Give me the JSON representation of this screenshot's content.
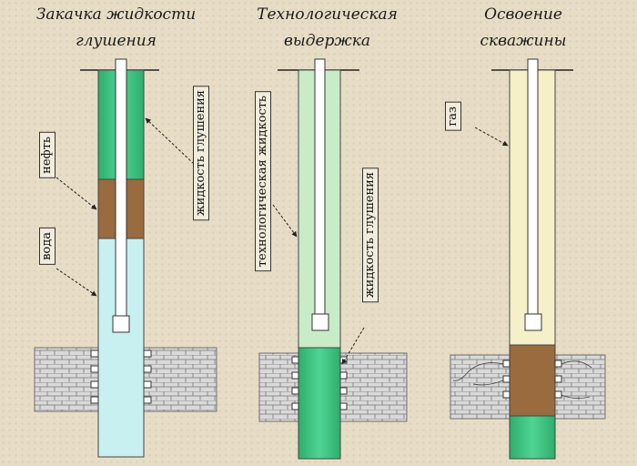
{
  "titles": {
    "kill_fluid_injection": "Закачка жидкости\nглушения",
    "technological_pause": "Технологическая\nвыдержка",
    "well_development": "Освоение\nскважины"
  },
  "labels": {
    "oil": "нефть",
    "water": "вода",
    "kill_fluid_1": "жидкость глушения",
    "tech_fluid": "технологическая жидкость",
    "kill_fluid_2": "жидкость глушения",
    "gas": "газ"
  },
  "colors": {
    "kill_fluid": "#35c07a",
    "oil": "#9a6b3e",
    "water": "#c8f0f0",
    "tech_fluid": "#c8ecc8",
    "gas": "#f5f0c8",
    "tubing": "#ffffff",
    "rock": "#d8d8d8"
  }
}
